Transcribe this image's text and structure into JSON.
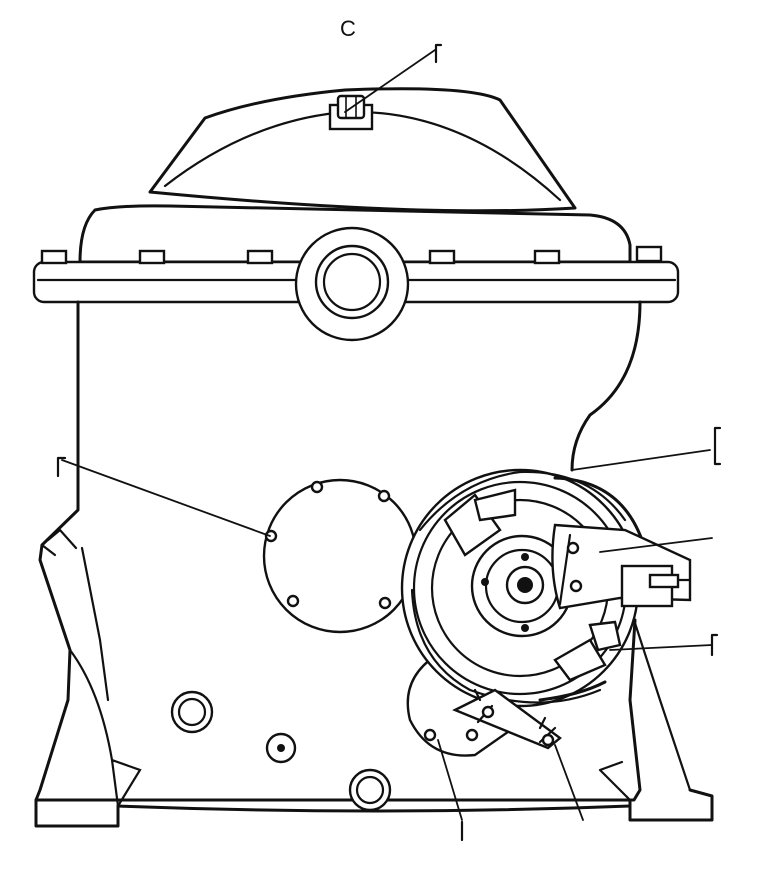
{
  "diagram": {
    "callouts": [
      {
        "id": "c",
        "text": "C"
      },
      {
        "id": "top-right",
        "text": ""
      },
      {
        "id": "left",
        "text": ""
      },
      {
        "id": "right-upper",
        "text": ""
      },
      {
        "id": "right-mid",
        "text": ""
      },
      {
        "id": "right-lower",
        "text": ""
      },
      {
        "id": "bottom-left",
        "text": ""
      },
      {
        "id": "bottom-right",
        "text": ""
      }
    ]
  }
}
